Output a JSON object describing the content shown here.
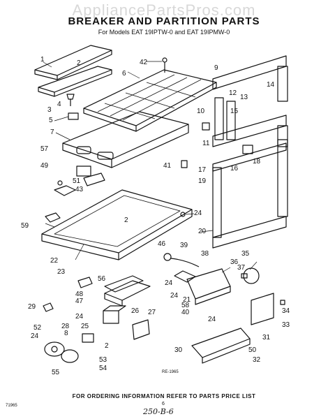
{
  "watermark": "AppliancePartsPros.com",
  "title": "BREAKER AND PARTITION PARTS",
  "subtitle": "For Models EAT 19IPTW-0 and EAT 19IPMW-0",
  "diagram_code": "RE-1965",
  "corner_code": "71965",
  "footer": "FOR ORDERING INFORMATION REFER TO PARTS PRICE LIST",
  "page_number": "6",
  "handwritten_note": "250-B-6",
  "callouts": [
    "1",
    "2",
    "3",
    "4",
    "5",
    "6",
    "7",
    "8",
    "9",
    "10",
    "11",
    "12",
    "13",
    "14",
    "15",
    "16",
    "17",
    "18",
    "19",
    "20",
    "21",
    "22",
    "23",
    "24",
    "25",
    "26",
    "27",
    "28",
    "29",
    "30",
    "31",
    "32",
    "33",
    "34",
    "35",
    "36",
    "37",
    "38",
    "39",
    "40",
    "41",
    "42",
    "43",
    "46",
    "47",
    "48",
    "49",
    "50",
    "51",
    "52",
    "53",
    "54",
    "55",
    "56",
    "57",
    "58",
    "59"
  ]
}
